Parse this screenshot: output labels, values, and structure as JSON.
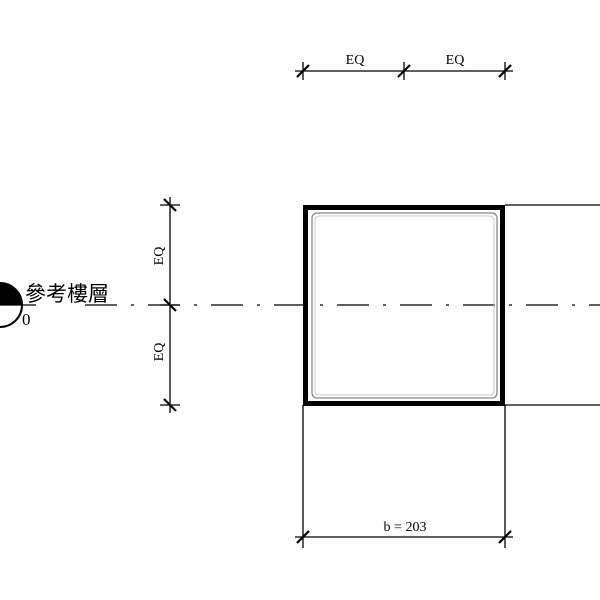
{
  "level": {
    "name": "參考樓層",
    "elevation": "0"
  },
  "dimensions": {
    "top_left": "EQ",
    "top_right": "EQ",
    "left_upper": "EQ",
    "left_lower": "EQ",
    "bottom": "b = 203"
  },
  "colors": {
    "line": "#000000",
    "inner_profile": "#888888"
  }
}
